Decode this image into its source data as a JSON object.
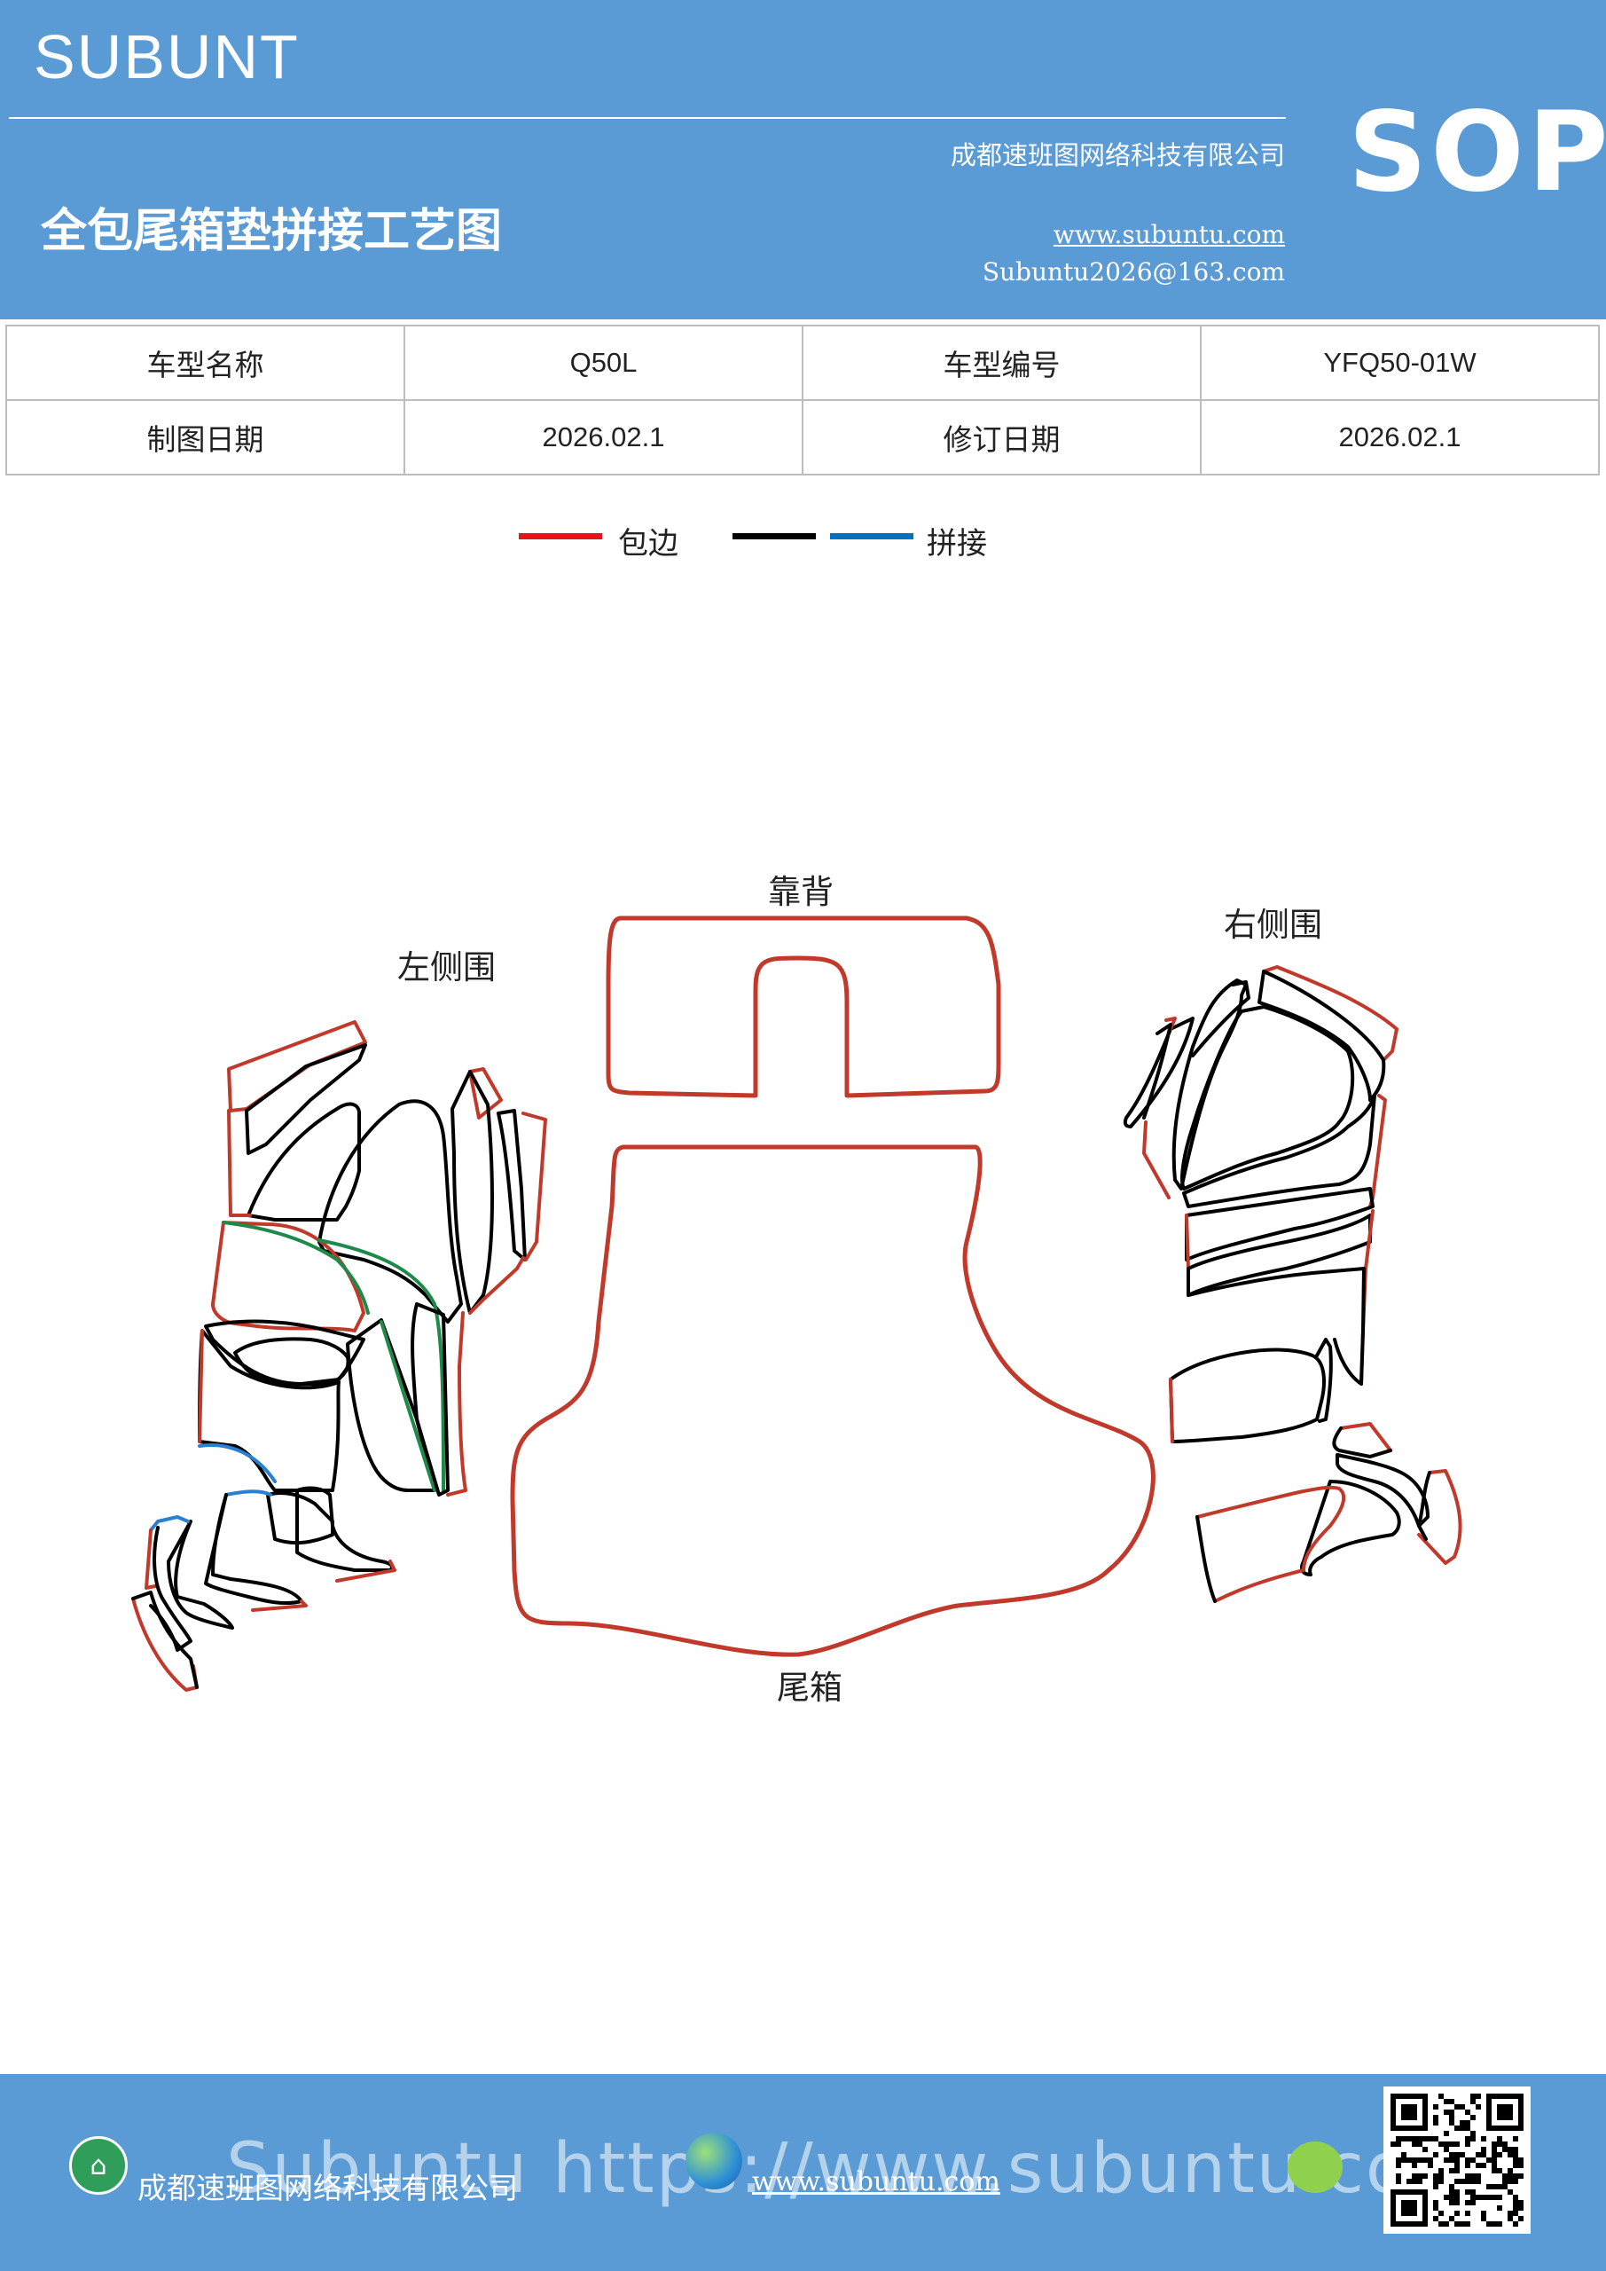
{
  "header": {
    "brand": "SUBUNT",
    "title": "全包尾箱垫拼接工艺图",
    "company": "成都速班图网络科技有限公司",
    "website": "www.subuntu.com",
    "email": "Subuntu2026@163.com",
    "badge": "SOP"
  },
  "info_table": {
    "rows": [
      {
        "label_1": "车型名称",
        "value_1": "Q50L",
        "label_2": "车型编号",
        "value_2": "YFQ50-01W"
      },
      {
        "label_1": "制图日期",
        "value_1": "2026.02.1",
        "label_2": "修订日期",
        "value_2": "2026.02.1"
      }
    ]
  },
  "legend": {
    "items": [
      {
        "label": "包边",
        "color": "#e8121c"
      },
      {
        "label": "",
        "color": "#000000"
      },
      {
        "label": "拼接",
        "color": "#0070c0"
      }
    ]
  },
  "diagram": {
    "labels": {
      "left": "左侧围",
      "back": "靠背",
      "right": "右侧围",
      "trunk": "尾箱"
    },
    "colors": {
      "edge": "#c0392b",
      "outline": "#000000",
      "seam_green": "#1e8a4a",
      "seam_blue": "#2a7fd1"
    }
  },
  "footer": {
    "company": "成都速班图网络科技有限公司",
    "website": "www.subuntu.com",
    "watermark": "Subuntu  https://www.subuntu.com"
  }
}
